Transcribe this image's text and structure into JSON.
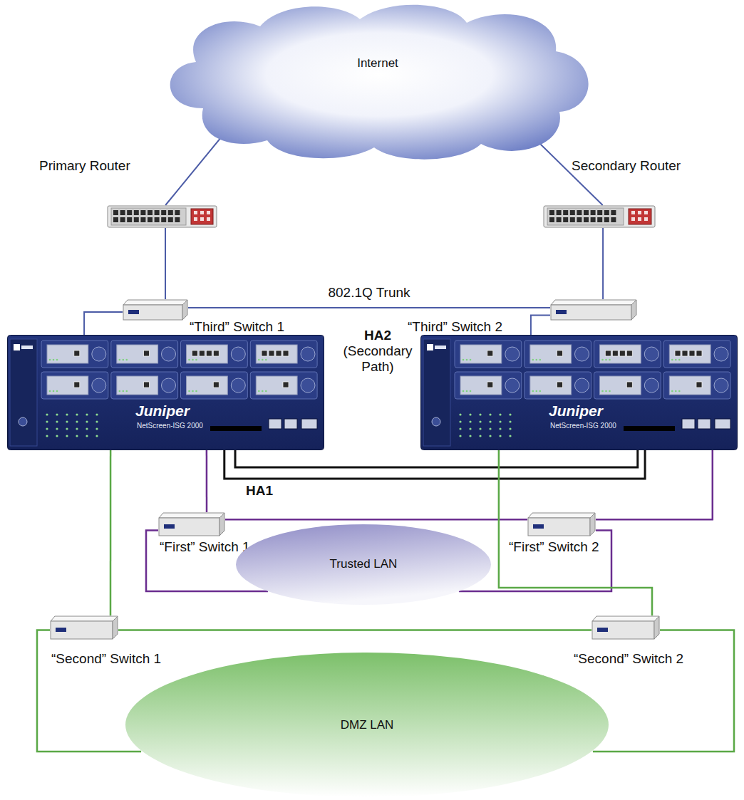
{
  "diagram": {
    "nodes": [
      {
        "text": [
          "Internet"
        ]
      },
      {
        "text": [
          "Primary Router"
        ]
      },
      {
        "text": [
          "Secondary Router"
        ]
      },
      {
        "text": [
          "“Third” Switch 1"
        ]
      },
      {
        "text": [
          "“Third” Switch 2"
        ]
      },
      {
        "text": [
          "Juniper",
          "NetScreen-ISG 2000"
        ]
      },
      {
        "text": [
          "Juniper",
          "NetScreen-ISG 2000"
        ]
      },
      {
        "text": [
          "“First” Switch 1"
        ]
      },
      {
        "text": [
          "“First” Switch 2"
        ]
      },
      {
        "text": [
          "Trusted LAN"
        ]
      },
      {
        "text": [
          "“Second” Switch 1"
        ]
      },
      {
        "text": [
          "“Second” Switch 2"
        ]
      },
      {
        "text": [
          "DMZ LAN"
        ]
      }
    ],
    "edges": [
      {
        "from": 0,
        "to": 1,
        "arrow": "none"
      },
      {
        "from": 0,
        "to": 2,
        "arrow": "none"
      },
      {
        "from": 1,
        "to": 3,
        "arrow": "none"
      },
      {
        "from": 2,
        "to": 4,
        "arrow": "none"
      },
      {
        "from": 3,
        "to": 4,
        "label": "802.1Q Trunk",
        "arrow": "none"
      },
      {
        "from": 3,
        "to": 5,
        "arrow": "none"
      },
      {
        "from": 4,
        "to": 6,
        "arrow": "none"
      },
      {
        "from": 5,
        "to": 6,
        "label": "HA1",
        "arrow": "none"
      },
      {
        "from": 5,
        "to": 7,
        "arrow": "none"
      },
      {
        "from": 6,
        "to": 8,
        "arrow": "none"
      },
      {
        "from": 7,
        "to": 8,
        "arrow": "none"
      },
      {
        "from": 7,
        "to": 9,
        "arrow": "none"
      },
      {
        "from": 8,
        "to": 9,
        "arrow": "none"
      },
      {
        "from": 5,
        "to": 10,
        "arrow": "none"
      },
      {
        "from": 6,
        "to": 11,
        "arrow": "none"
      },
      {
        "from": 10,
        "to": 11,
        "arrow": "none"
      },
      {
        "from": 10,
        "to": 12,
        "arrow": "none"
      },
      {
        "from": 11,
        "to": 12,
        "arrow": "none"
      }
    ],
    "labels": [
      "HA2",
      "(Secondary Path)"
    ]
  }
}
